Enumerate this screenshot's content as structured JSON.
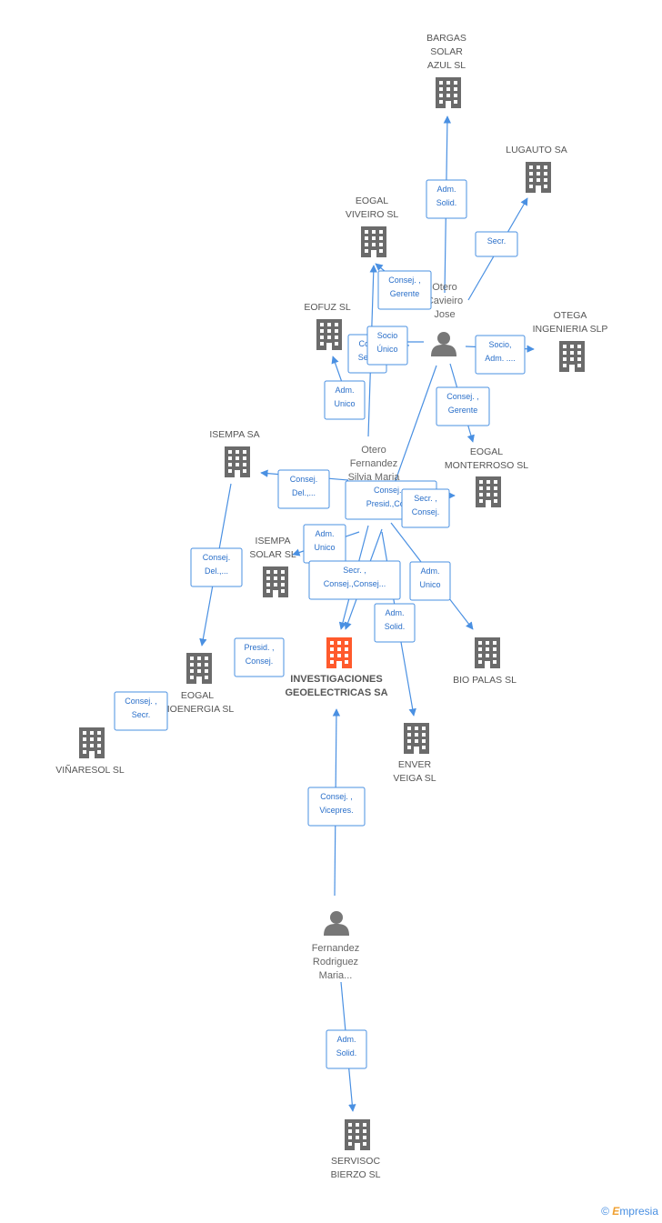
{
  "colors": {
    "edge": "#4a90e2",
    "building": "#6b6b6b",
    "main_building": "#ff5a2c",
    "person": "#777777"
  },
  "companies": [
    {
      "id": "bargas",
      "lines": [
        "BARGAS",
        "SOLAR",
        "AZUL SL"
      ]
    },
    {
      "id": "lugauto",
      "lines": [
        "LUGAUTO SA"
      ]
    },
    {
      "id": "eogal_viveiro",
      "lines": [
        "EOGAL",
        "VIVEIRO SL"
      ]
    },
    {
      "id": "eofuz",
      "lines": [
        "EOFUZ SL"
      ]
    },
    {
      "id": "otega",
      "lines": [
        "OTEGA",
        "INGENIERIA SLP"
      ]
    },
    {
      "id": "isempa_sa",
      "lines": [
        "ISEMPA SA"
      ]
    },
    {
      "id": "eogal_monterroso",
      "lines": [
        "EOGAL",
        "MONTERROSO SL"
      ]
    },
    {
      "id": "isempa_solar",
      "lines": [
        "ISEMPA",
        "SOLAR SL"
      ]
    },
    {
      "id": "investigaciones",
      "lines": [
        "INVESTIGACIONES",
        "GEOELECTRICAS SA"
      ],
      "main": true
    },
    {
      "id": "eogal_bioenergia",
      "lines": [
        "EOGAL",
        "BIOENERGIA SL"
      ]
    },
    {
      "id": "bio_palas",
      "lines": [
        "BIO PALAS SL"
      ]
    },
    {
      "id": "vinaresol",
      "lines": [
        "VIÑARESOL SL"
      ]
    },
    {
      "id": "enver",
      "lines": [
        "ENVER",
        "VEIGA SL"
      ]
    },
    {
      "id": "servisoc",
      "lines": [
        "SERVISOC",
        "BIERZO SL"
      ]
    }
  ],
  "persons": [
    {
      "id": "otero_cavieiro",
      "lines": [
        "Otero",
        "Cavieiro",
        "Jose"
      ]
    },
    {
      "id": "otero_fernandez",
      "lines": [
        "Otero",
        "Fernandez",
        "Silvia Maria"
      ]
    },
    {
      "id": "fernandez_rodriguez",
      "lines": [
        "Fernandez",
        "Rodriguez",
        "Maria..."
      ]
    }
  ],
  "edge_labels": [
    {
      "id": "l_bargas",
      "lines": [
        "Adm.",
        "Solid."
      ]
    },
    {
      "id": "l_lugauto",
      "lines": [
        "Secr."
      ]
    },
    {
      "id": "l_viveiro",
      "lines": [
        "Consej. ,",
        "Gerente"
      ]
    },
    {
      "id": "l_eofuz_hidden",
      "lines": [
        "Co...",
        "Secr."
      ]
    },
    {
      "id": "l_eofuz",
      "lines": [
        "Socio",
        "Único"
      ]
    },
    {
      "id": "l_otega",
      "lines": [
        "Socio,",
        "Adm. ...."
      ]
    },
    {
      "id": "l_monterroso",
      "lines": [
        "Consej. ,",
        "Gerente"
      ]
    },
    {
      "id": "l_eofuz_adm",
      "lines": [
        "Adm.",
        "Unico"
      ]
    },
    {
      "id": "l_isempa_sa",
      "lines": [
        "Consej.",
        "Del.,..."
      ]
    },
    {
      "id": "l_presid",
      "lines": [
        "Consej....",
        "Presid.,Con..."
      ]
    },
    {
      "id": "l_secr_consej",
      "lines": [
        "Secr. ,",
        "Consej."
      ]
    },
    {
      "id": "l_isempa_solar",
      "lines": [
        "Adm.",
        "Unico"
      ]
    },
    {
      "id": "l_bioenergia",
      "lines": [
        "Consej.",
        "Del.,..."
      ]
    },
    {
      "id": "l_inv_secr",
      "lines": [
        "Secr. ,",
        "Consej.,Consej..."
      ]
    },
    {
      "id": "l_bio_palas",
      "lines": [
        "Adm.",
        "Unico"
      ]
    },
    {
      "id": "l_enver",
      "lines": [
        "Adm.",
        "Solid."
      ]
    },
    {
      "id": "l_presid_consej",
      "lines": [
        "Presid. ,",
        "Consej."
      ]
    },
    {
      "id": "l_vinaresol",
      "lines": [
        "Consej. ,",
        "Secr."
      ]
    },
    {
      "id": "l_vicepres",
      "lines": [
        "Consej. ,",
        "Vicepres."
      ]
    },
    {
      "id": "l_servisoc",
      "lines": [
        "Adm.",
        "Solid."
      ]
    }
  ],
  "footer": {
    "copyright": "©",
    "brand_initial": "E",
    "brand_rest": "mpresia"
  }
}
